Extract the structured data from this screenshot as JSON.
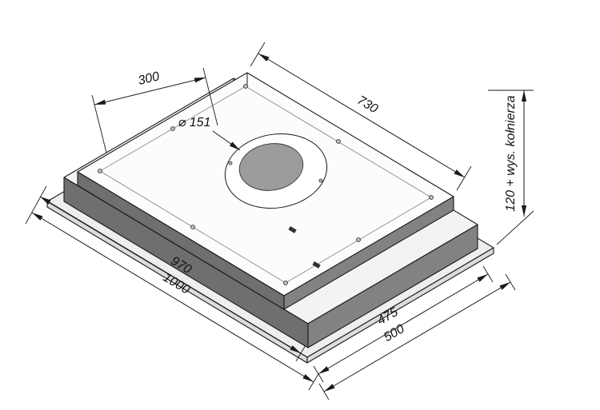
{
  "drawing": {
    "labels": {
      "dim_300": "300",
      "dim_730": "730",
      "dim_diameter": "⌀ 151",
      "dim_height": "120 + wys. kołnierza",
      "dim_970": "970",
      "dim_1000": "1000",
      "dim_475": "475",
      "dim_500": "500"
    },
    "colors": {
      "line": "#1a1a1a",
      "top_face": "#fcfcfc",
      "mid_face": "#f3f3f3",
      "flange_face": "#eeeeee",
      "side_front": "#6f6f6f",
      "side_right": "#828282",
      "flange_side": "#dcdcdc",
      "ring": "#ffffff",
      "hole": "#9c9c9c"
    }
  }
}
